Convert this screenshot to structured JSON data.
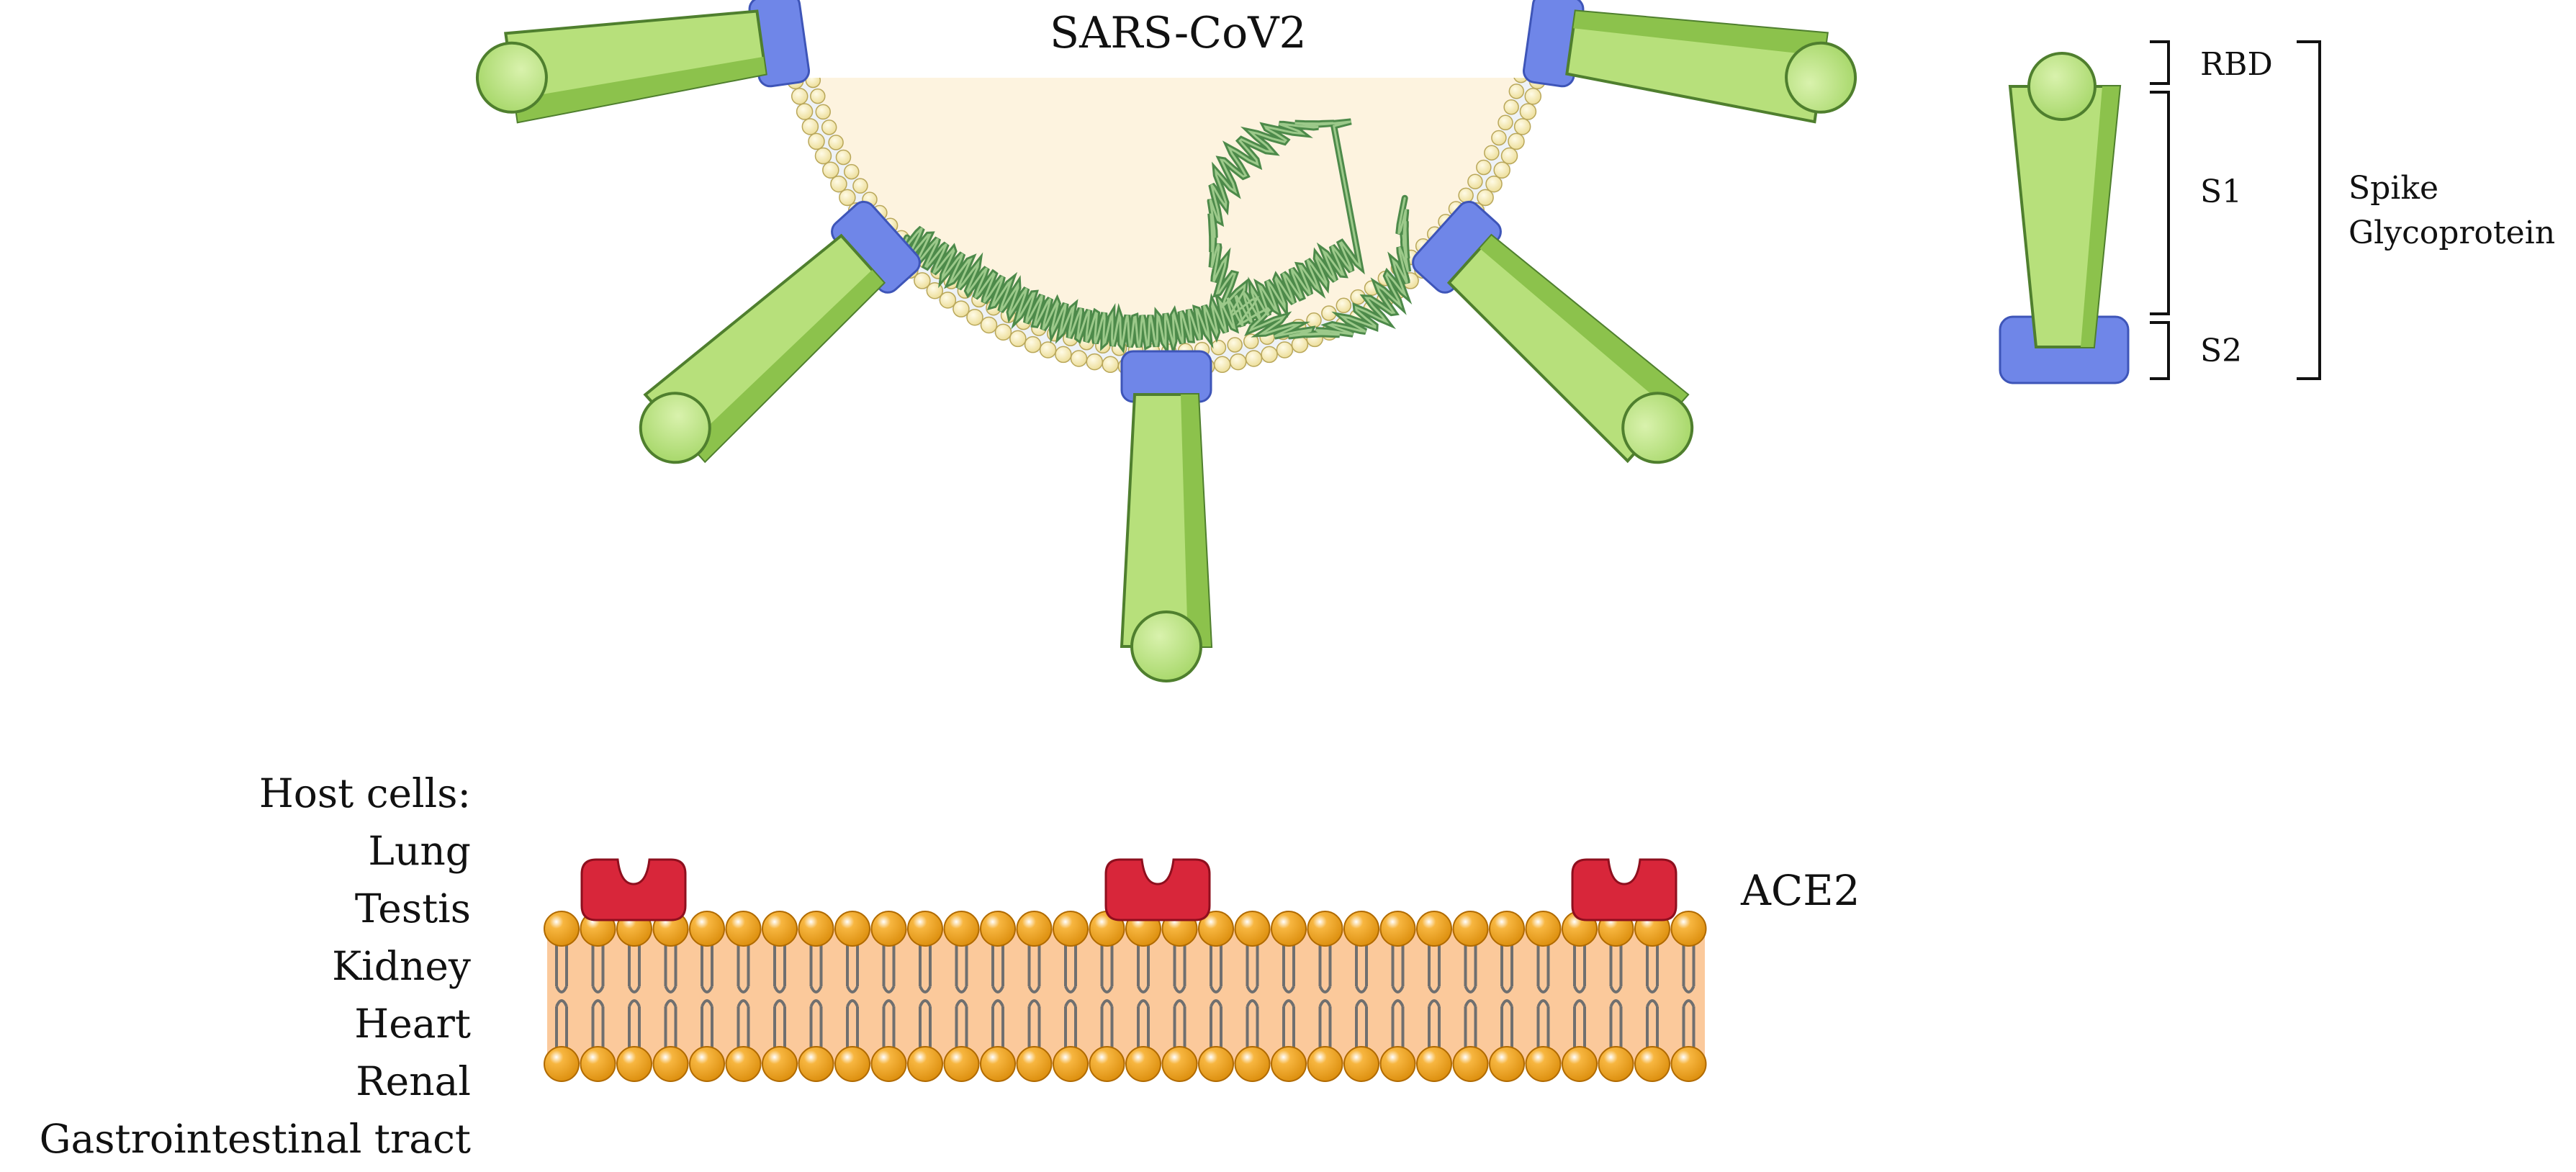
{
  "title": "SARS-CoV2",
  "receptor_label": "ACE2",
  "spike_legend": {
    "domains": [
      "RBD",
      "S1",
      "S2"
    ],
    "protein_name_line1": "Spike",
    "protein_name_line2": "Glycoprotein"
  },
  "host_cells": {
    "heading": "Host cells:",
    "items": [
      "Lung",
      "Testis",
      "Kidney",
      "Heart",
      "Renal",
      "Gastrointestinal tract"
    ]
  },
  "colors": {
    "virus_interior": "#fdf3df",
    "membrane_bead": "#f6e8a6",
    "membrane_line": "#c9d3dc",
    "spike_green": "#b7e07b",
    "spike_outline": "#4f7f2e",
    "spike_base_blue": "#6f86e8",
    "rna_green": "#4d8a4a",
    "cell_membrane_fill": "#fbc99b",
    "lipid_head_orange": "#f0a21a",
    "ace2_red": "#d8263a"
  }
}
